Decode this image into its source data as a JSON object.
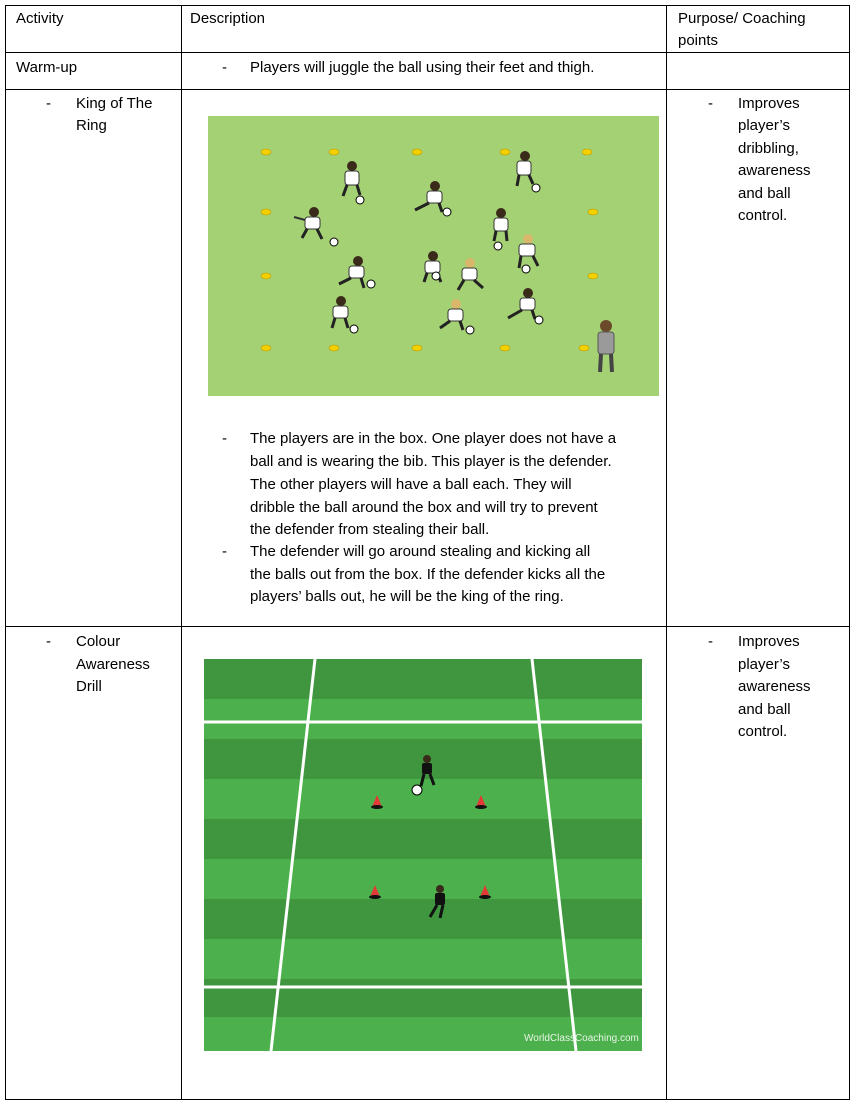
{
  "table": {
    "headers": {
      "activity": "Activity",
      "description": "Description",
      "purpose_line1": "Purpose/ Coaching",
      "purpose_line2": "points"
    },
    "rows": [
      {
        "activity_line1": "Warm-up",
        "description": "Players will juggle the ball using their feet and thigh."
      },
      {
        "activity_line1": "King of The",
        "activity_line2": "Ring",
        "description_lines": [
          "The players are in the box. One player does not have a",
          "ball and is wearing the bib. This player is the defender.",
          "The other players will have a ball each. They will",
          "dribble the ball around the box and will try to prevent",
          "the defender from stealing their ball."
        ],
        "description2_lines": [
          "The defender will go around stealing and kicking all",
          "the balls out from the box. If the defender kicks all the",
          "players’ balls out, he will be the king of the ring."
        ],
        "purpose_lines": [
          "Improves",
          "player’s",
          "dribbling,",
          "awareness",
          "and ball",
          "control."
        ]
      },
      {
        "activity_line1": "Colour",
        "activity_line2": "Awareness",
        "activity_line3": "Drill",
        "purpose_lines": [
          "Improves",
          "player’s",
          "awareness",
          "and ball",
          "control."
        ],
        "watermark": "WorldClassCoaching.com"
      }
    ],
    "bullet": "-"
  },
  "colors": {
    "pitch_light": "#a5d175",
    "pitch_dark": "#3f963f",
    "pitch_mid": "#4cb04c",
    "cone_yellow": "#f5d000",
    "cone_red": "#e53935"
  }
}
